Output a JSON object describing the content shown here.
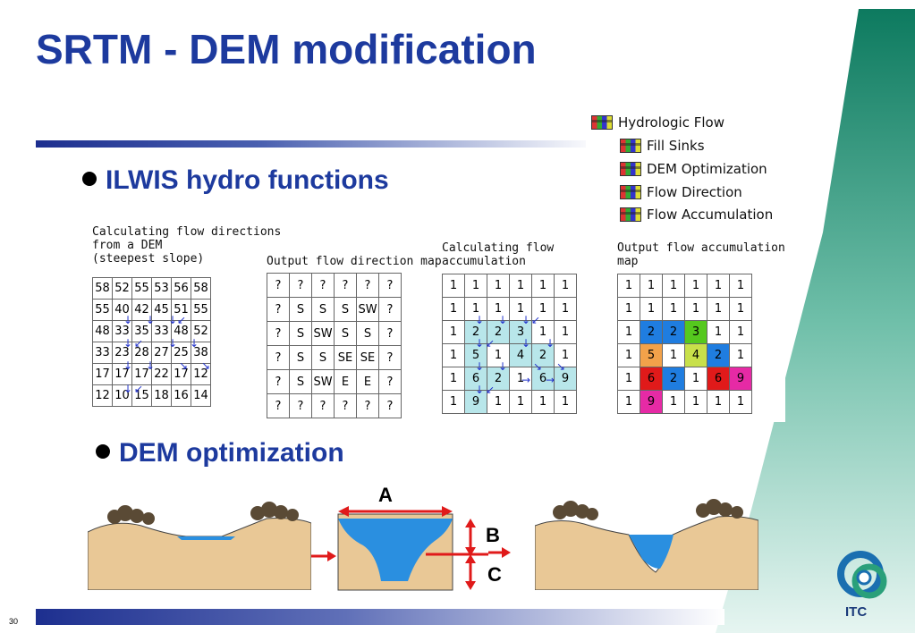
{
  "slide": {
    "title": "SRTM - DEM modification",
    "page_number": "30",
    "bullets": [
      "ILWIS hydro functions",
      "DEM optimization"
    ],
    "logo_text": "ITC"
  },
  "menu": {
    "items": [
      "Hydrologic Flow",
      "Fill Sinks",
      "DEM Optimization",
      "Flow Direction",
      "Flow Accumulation"
    ]
  },
  "grids": {
    "dem": {
      "caption": "Calculating flow directions\nfrom a DEM\n(steepest slope)",
      "rows": [
        [
          "58",
          "52",
          "55",
          "53",
          "56",
          "58"
        ],
        [
          "55",
          "40",
          "42",
          "45",
          "51",
          "55"
        ],
        [
          "48",
          "33",
          "35",
          "33",
          "48",
          "52"
        ],
        [
          "33",
          "23",
          "28",
          "27",
          "25",
          "38"
        ],
        [
          "17",
          "17",
          "17",
          "22",
          "17",
          "12"
        ],
        [
          "12",
          "10",
          "15",
          "18",
          "16",
          "14"
        ]
      ]
    },
    "flowdir": {
      "caption": "Output flow direction map",
      "rows": [
        [
          "?",
          "?",
          "?",
          "?",
          "?",
          "?"
        ],
        [
          "?",
          "S",
          "S",
          "S",
          "SW",
          "?"
        ],
        [
          "?",
          "S",
          "SW",
          "S",
          "S",
          "?"
        ],
        [
          "?",
          "S",
          "S",
          "SE",
          "SE",
          "?"
        ],
        [
          "?",
          "S",
          "SW",
          "E",
          "E",
          "?"
        ],
        [
          "?",
          "?",
          "?",
          "?",
          "?",
          "?"
        ]
      ]
    },
    "calcacc": {
      "caption": "Calculating flow\naccumulation",
      "rows": [
        [
          "1",
          "1",
          "1",
          "1",
          "1",
          "1"
        ],
        [
          "1",
          "1",
          "1",
          "1",
          "1",
          "1"
        ],
        [
          "1",
          "2",
          "2",
          "3",
          "1",
          "1"
        ],
        [
          "1",
          "5",
          "1",
          "4",
          "2",
          "1"
        ],
        [
          "1",
          "6",
          "2",
          "1",
          "6",
          "9"
        ],
        [
          "1",
          "9",
          "1",
          "1",
          "1",
          "1"
        ]
      ]
    },
    "outacc": {
      "caption": "Output flow accumulation\nmap",
      "rows": [
        [
          "1",
          "1",
          "1",
          "1",
          "1",
          "1"
        ],
        [
          "1",
          "1",
          "1",
          "1",
          "1",
          "1"
        ],
        [
          "1",
          "2",
          "2",
          "3",
          "1",
          "1"
        ],
        [
          "1",
          "5",
          "1",
          "4",
          "2",
          "1"
        ],
        [
          "1",
          "6",
          "2",
          "1",
          "6",
          "9"
        ],
        [
          "1",
          "9",
          "1",
          "1",
          "1",
          "1"
        ]
      ]
    }
  },
  "diagram_labels": {
    "a": "A",
    "b": "B",
    "c": "C"
  },
  "colors": {
    "title": "#1d3a9e",
    "highlight_cell": "#b8e6ea",
    "acc_2": "#1f7de0",
    "acc_3": "#55c81e",
    "acc_4": "#c8e04a",
    "acc_5": "#f2a24a",
    "acc_6": "#e01a1a",
    "acc_9": "#e62aa5",
    "band_top": "#0d7a5f",
    "band_bottom": "#c9ebe4"
  }
}
